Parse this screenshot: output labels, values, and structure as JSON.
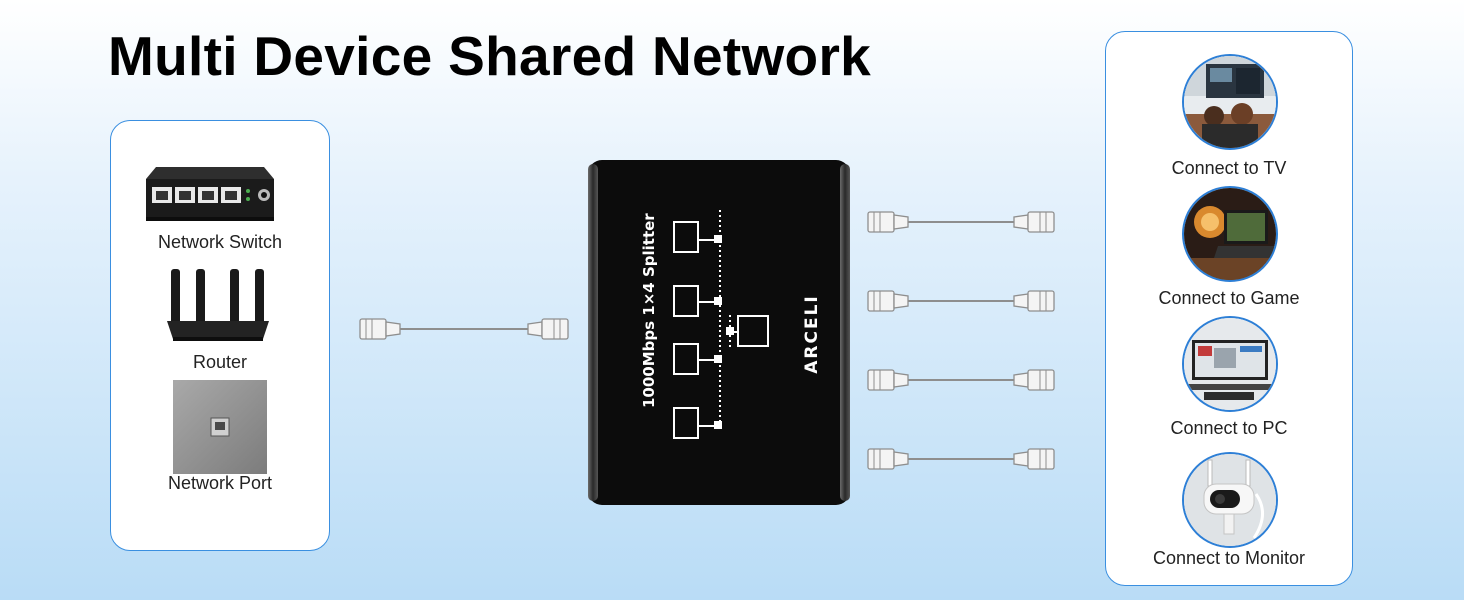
{
  "title": "Multi Device Shared Network",
  "sources": [
    {
      "label": "Network Switch",
      "icon": "network-switch-icon"
    },
    {
      "label": "Router",
      "icon": "router-icon"
    },
    {
      "label": "Network Port",
      "icon": "wall-network-port-icon"
    }
  ],
  "splitter": {
    "model_text": "1000Mbps 1×4 Splitter",
    "brand": "ARCELI"
  },
  "targets": [
    {
      "label": "Connect to TV",
      "icon": "tv-photo-icon"
    },
    {
      "label": "Connect to Game",
      "icon": "gaming-laptop-photo-icon"
    },
    {
      "label": "Connect to PC",
      "icon": "pc-monitor-photo-icon"
    },
    {
      "label": "Connect to Monitor",
      "icon": "security-camera-photo-icon"
    }
  ],
  "colors": {
    "panel_border": "#3a8fe0",
    "circle_border": "#2d7fd6",
    "splitter_body": "#0c0c0c"
  }
}
